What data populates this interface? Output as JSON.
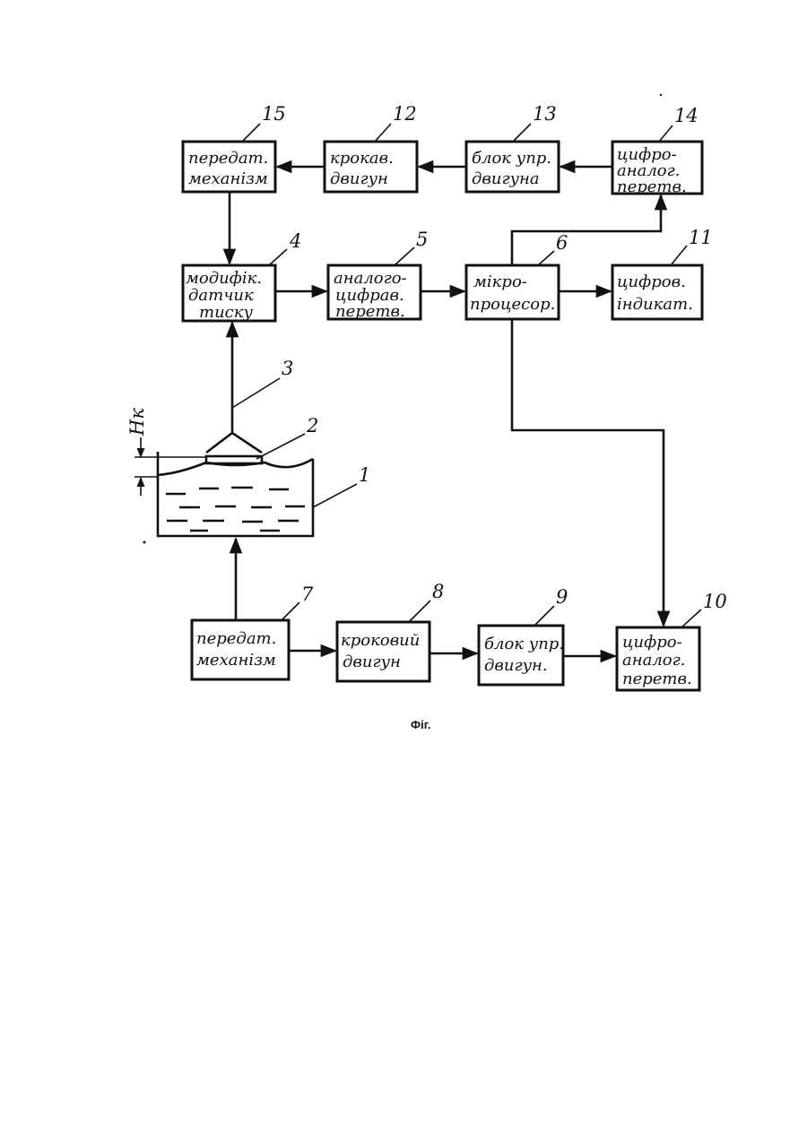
{
  "blocks": {
    "b1": "1",
    "b2": "2",
    "b3": "3",
    "b4": {
      "num": "4",
      "l1": "модифік.",
      "l2": "датчик",
      "l3": "тиску"
    },
    "b5": {
      "num": "5",
      "l1": "аналого-",
      "l2": "цифрав.",
      "l3": "перетв."
    },
    "b6": {
      "num": "6",
      "l1": "мікро-",
      "l2": "процесор."
    },
    "b7": {
      "num": "7",
      "l1": "передат.",
      "l2": "механізм"
    },
    "b8": {
      "num": "8",
      "l1": "кроковий",
      "l2": "двигун"
    },
    "b9": {
      "num": "9",
      "l1": "блок упр.",
      "l2": "двигун."
    },
    "b10": {
      "num": "10",
      "l1": "цифро-",
      "l2": "аналог.",
      "l3": "перетв."
    },
    "b11": {
      "num": "11",
      "l1": "цифров.",
      "l2": "індикат."
    },
    "b12": {
      "num": "12",
      "l1": "крокав.",
      "l2": "двигун"
    },
    "b13": {
      "num": "13",
      "l1": "блок упр.",
      "l2": "двигуна"
    },
    "b14": {
      "num": "14",
      "l1": "цифро-",
      "l2": "аналог.",
      "l3": "перетв."
    },
    "b15": {
      "num": "15",
      "l1": "передат.",
      "l2": "механізм"
    }
  },
  "height_label": "Hк",
  "caption": "Фіг."
}
